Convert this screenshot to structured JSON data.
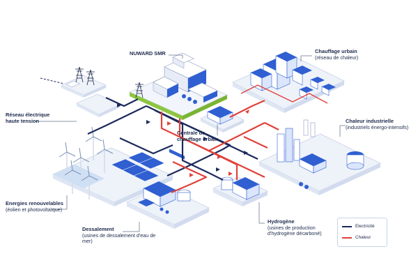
{
  "labels": {
    "nuward": {
      "title": "NUWARD  SMR"
    },
    "grid": {
      "title": "Réseau électrique",
      "sub": "haute tension"
    },
    "district_heating": {
      "title": "Chauffage urbain",
      "sub": "(réseau de chaleur)"
    },
    "heating_plant": {
      "title": "Centrale de",
      "sub": "chauffage urbain"
    },
    "industrial_heat": {
      "title": "Chaleur industrielle",
      "sub": "(industriels énergo-intensifs)"
    },
    "renewables": {
      "title": "Energies renouvelables",
      "sub": "(éolien et photovoltaïque)"
    },
    "desalination": {
      "title": "Dessalement",
      "sub1": "(usines de dessalement d'eau de",
      "sub2": "mer)"
    },
    "hydrogen": {
      "title": "Hydrogène",
      "sub1": "(usines de production",
      "sub2": "d'hydrogène décarboné)"
    }
  },
  "legend": {
    "electricity": {
      "label": "Electricité",
      "color": "#1b2a5c"
    },
    "heat": {
      "label": "Chaleur",
      "color": "#e0413a"
    }
  },
  "colors": {
    "platform": "#eef2f9",
    "building_blue": "#2f5fd1",
    "accent_green": "#8dc63f",
    "water": "#cfe0f5"
  }
}
